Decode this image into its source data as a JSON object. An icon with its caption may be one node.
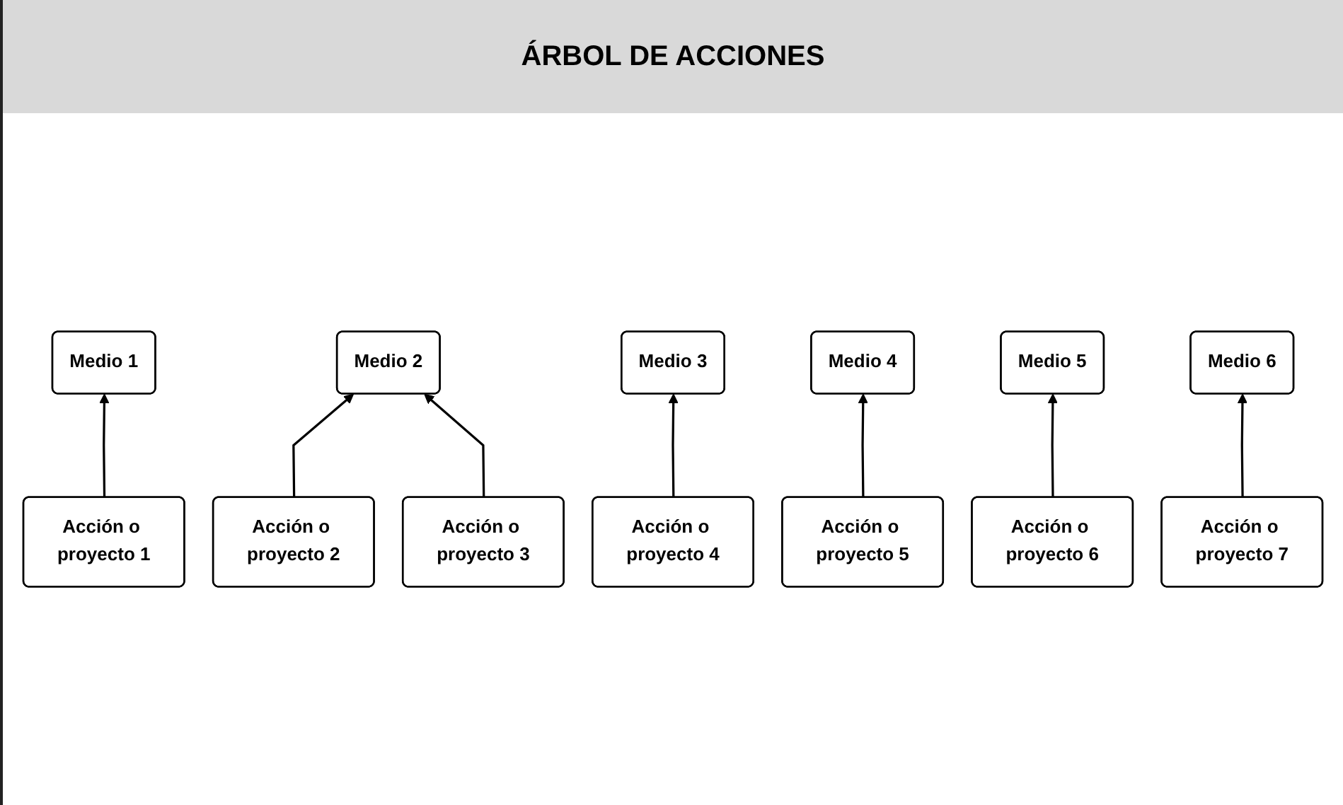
{
  "diagram": {
    "title": "ÁRBOL DE ACCIONES",
    "nodes": [
      {
        "text": [
          "Medio 1"
        ]
      },
      {
        "text": [
          "Medio 2"
        ]
      },
      {
        "text": [
          "Medio 3"
        ]
      },
      {
        "text": [
          "Medio 4"
        ]
      },
      {
        "text": [
          "Medio 5"
        ]
      },
      {
        "text": [
          "Medio 6"
        ]
      },
      {
        "text": [
          "Acción o proyecto 1"
        ]
      },
      {
        "text": [
          "Acción o proyecto 2"
        ]
      },
      {
        "text": [
          "Acción o proyecto 3"
        ]
      },
      {
        "text": [
          "Acción o proyecto 4"
        ]
      },
      {
        "text": [
          "Acción o proyecto 5"
        ]
      },
      {
        "text": [
          "Acción o proyecto 6"
        ]
      },
      {
        "text": [
          "Acción o proyecto 7"
        ]
      }
    ],
    "edges": [
      {
        "from": 6,
        "to": 0,
        "arrow": "to"
      },
      {
        "from": 7,
        "to": 1,
        "arrow": "to"
      },
      {
        "from": 8,
        "to": 1,
        "arrow": "to"
      },
      {
        "from": 9,
        "to": 2,
        "arrow": "to"
      },
      {
        "from": 10,
        "to": 3,
        "arrow": "to"
      },
      {
        "from": 11,
        "to": 4,
        "arrow": "to"
      },
      {
        "from": 12,
        "to": 5,
        "arrow": "to"
      }
    ]
  }
}
